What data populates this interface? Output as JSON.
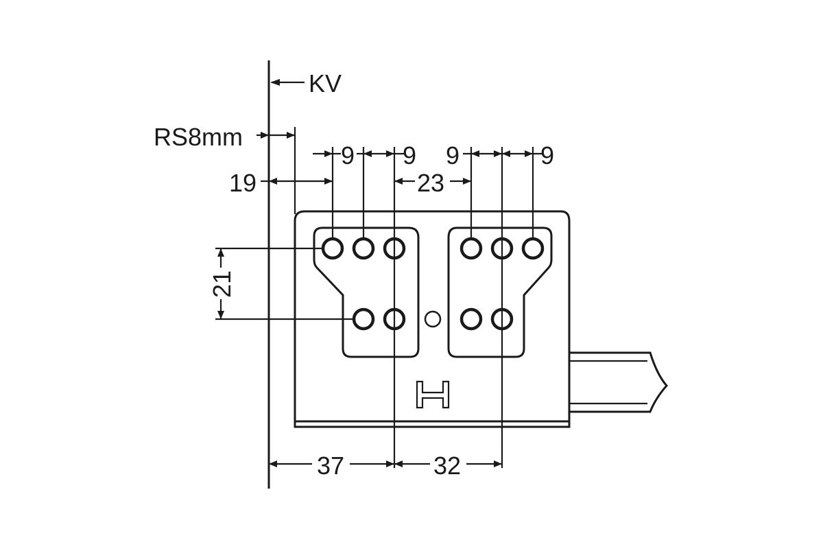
{
  "labels": {
    "kv": "KV",
    "rs": "RS8mm",
    "dim_19": "19",
    "dim_9_a": "9",
    "dim_9_b": "9",
    "dim_23": "23",
    "dim_9_c": "9",
    "dim_9_d": "9",
    "dim_21": "21",
    "dim_37": "37",
    "dim_32": "32"
  },
  "colors": {
    "line": "#1a1a1a",
    "background": "#ffffff"
  }
}
